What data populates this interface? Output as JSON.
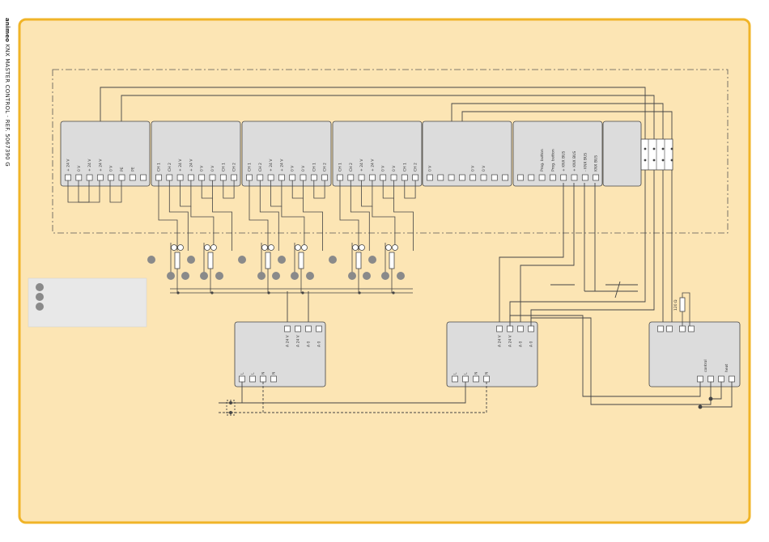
{
  "caption": {
    "brand": "animeo",
    "rest": "KNX MASTER CONTROL · REF. 5067390 G"
  },
  "colors": {
    "frame_border": "#f0b428",
    "frame_fill": "#fce5b4",
    "module_fill": "#dcdcdc",
    "wire": "#444444",
    "dot": "#8a8a8a",
    "legend_fill": "#e8e8e8"
  },
  "modules": [
    {
      "id": "power-module",
      "terminals": [
        "+ 24 V",
        "0 V",
        "+ 24 V",
        "+ 24 V",
        "0 V",
        "PE",
        "PE",
        ""
      ]
    },
    {
      "id": "motor-module-1",
      "terminals": [
        "CH 1",
        "CH 2",
        "+ 24 V",
        "+ 24 V",
        "0 V",
        "0 V",
        "CH 1",
        "CH 2"
      ]
    },
    {
      "id": "motor-module-2",
      "terminals": [
        "CH 1",
        "CH 2",
        "+ 24 V",
        "+ 24 V",
        "0 V",
        "0 V",
        "CH 1",
        "CH 2"
      ]
    },
    {
      "id": "motor-module-3",
      "terminals": [
        "CH 1",
        "CH 2",
        "+ 24 V",
        "+ 24 V",
        "0 V",
        "0 V",
        "CH 1",
        "CH 2"
      ]
    },
    {
      "id": "sensor-module",
      "terminals": [
        "0 V",
        "",
        "",
        "",
        "0 V",
        "0 V",
        "",
        ""
      ]
    },
    {
      "id": "bus-module",
      "terminals": [
        "",
        "",
        "Prog. button",
        "Prog. button",
        "+ KNX BUS",
        "+ KNX BUS",
        "- KNX BUS",
        "KNX BUS"
      ]
    }
  ],
  "devices": {
    "psu_left": {
      "top_terminals": [
        "A 24 V",
        "A 24 V",
        "A 0",
        "A 0"
      ],
      "bottom_terminals": [
        "L",
        "L",
        "N",
        "N"
      ]
    },
    "psu_mid": {
      "top_terminals": [
        "A 24 V",
        "A 24 V",
        "A 0",
        "A 0"
      ],
      "bottom_terminals": [
        "L",
        "L",
        "N",
        "N"
      ]
    },
    "weather": {
      "resistor_label": "120 Ω",
      "bottom_labels": [
        "",
        "control",
        "",
        "heat"
      ]
    }
  },
  "legend": {
    "items": 3
  }
}
